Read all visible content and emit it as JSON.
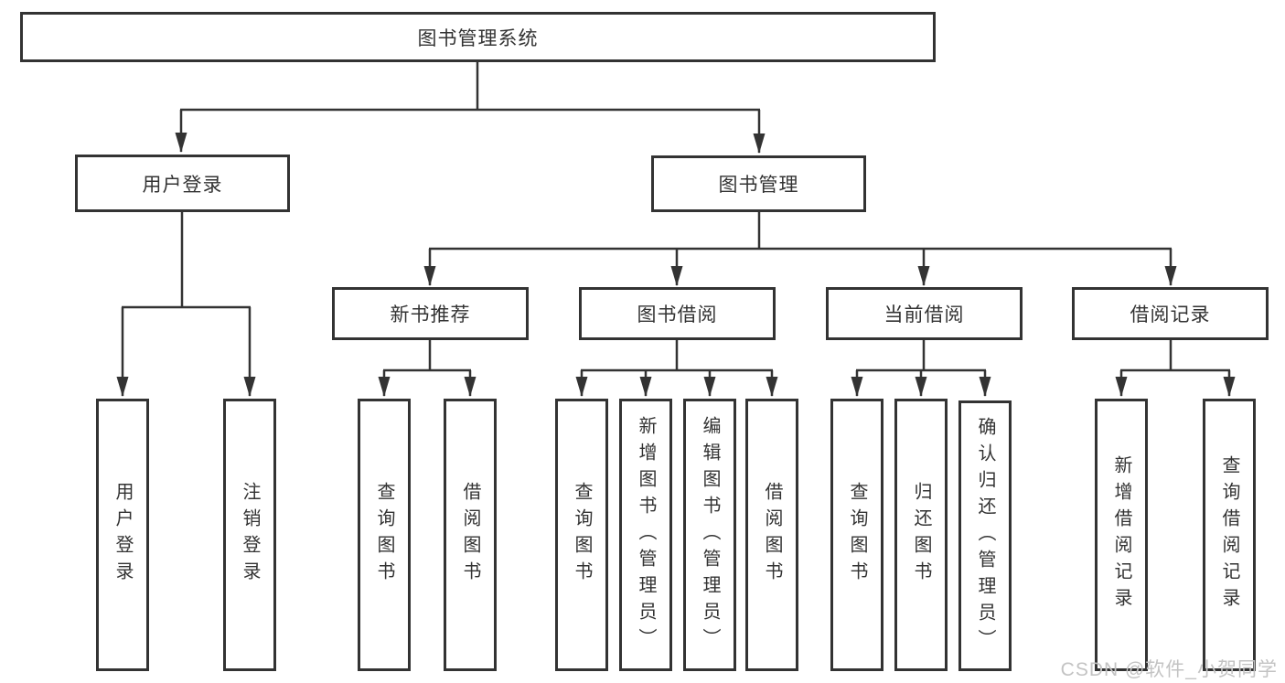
{
  "diagram": {
    "title": "图书管理系统",
    "root": {
      "label": "图书管理系统"
    },
    "level2": [
      {
        "label": "用户登录"
      },
      {
        "label": "图书管理"
      }
    ],
    "level3": [
      {
        "label": "新书推荐"
      },
      {
        "label": "图书借阅"
      },
      {
        "label": "当前借阅"
      },
      {
        "label": "借阅记录"
      }
    ],
    "level4": [
      {
        "label": "用户登录"
      },
      {
        "label": "注销登录"
      },
      {
        "label": "查询图书"
      },
      {
        "label": "借阅图书"
      },
      {
        "label": "查询图书"
      },
      {
        "label": "新增图书（管理员）"
      },
      {
        "label": "编辑图书（管理员）"
      },
      {
        "label": "借阅图书"
      },
      {
        "label": "查询图书"
      },
      {
        "label": "归还图书"
      },
      {
        "label": "确认归还（管理员）"
      },
      {
        "label": "新增借阅记录"
      },
      {
        "label": "查询借阅记录"
      }
    ]
  },
  "watermark": {
    "text": "CSDN @软件_小贺同学"
  },
  "colors": {
    "line": "#333333",
    "box_border": "#333333",
    "box_fill": "#ffffff",
    "text": "#333333",
    "watermark": "#c3c3c3"
  }
}
